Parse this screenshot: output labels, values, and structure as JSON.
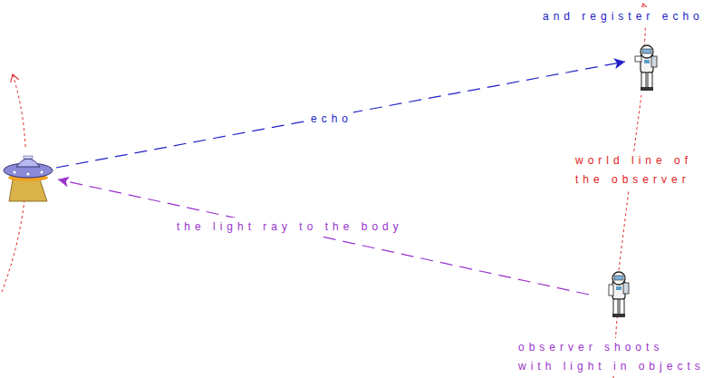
{
  "diagram": {
    "labels": [
      "and register echo",
      "echo",
      "world line of the observer",
      "the light ray to the body",
      "observer shoots with light in objects"
    ]
  }
}
